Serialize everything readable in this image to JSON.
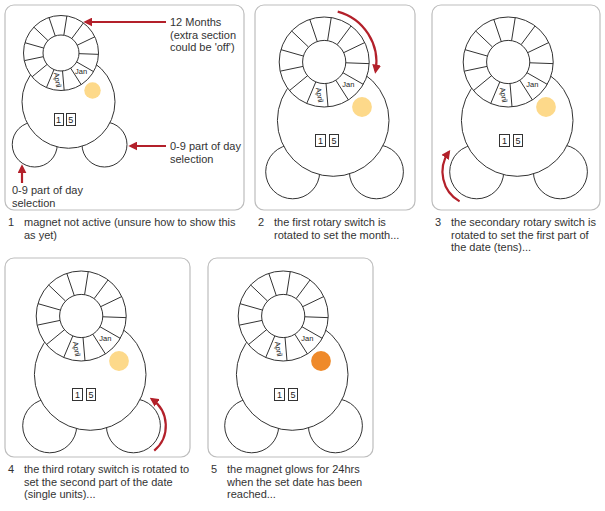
{
  "diagram": {
    "nodes": [
      {
        "text": [
          "1"
        ]
      },
      {
        "text": [
          "5"
        ]
      },
      {
        "text": [
          "1"
        ]
      },
      {
        "text": [
          "5"
        ]
      },
      {
        "text": [
          "1"
        ]
      },
      {
        "text": [
          "5"
        ]
      },
      {
        "text": [
          "1"
        ]
      },
      {
        "text": [
          "5"
        ]
      },
      {
        "text": [
          "1"
        ]
      },
      {
        "text": [
          "5"
        ]
      }
    ],
    "labels": [
      "12 Months (extra section could be 'off')",
      "Jan",
      "April",
      "0-9 part of day selection",
      "0-9 part of day selection",
      "1",
      "magnet not active (unsure how to show this as yet)",
      "Jan",
      "April",
      "2",
      "the first rotary switch is rotated to set the month...",
      "Jan",
      "April",
      "3",
      "the secondary rotary switch is rotated to set the first part of the date (tens)...",
      "Jan",
      "April",
      "4",
      "the third rotary switch is rotated to set the second part of the date (single units)...",
      "Jan",
      "April",
      "5",
      "the magnet glows for 24hrs when the set date has been reached..."
    ]
  }
}
